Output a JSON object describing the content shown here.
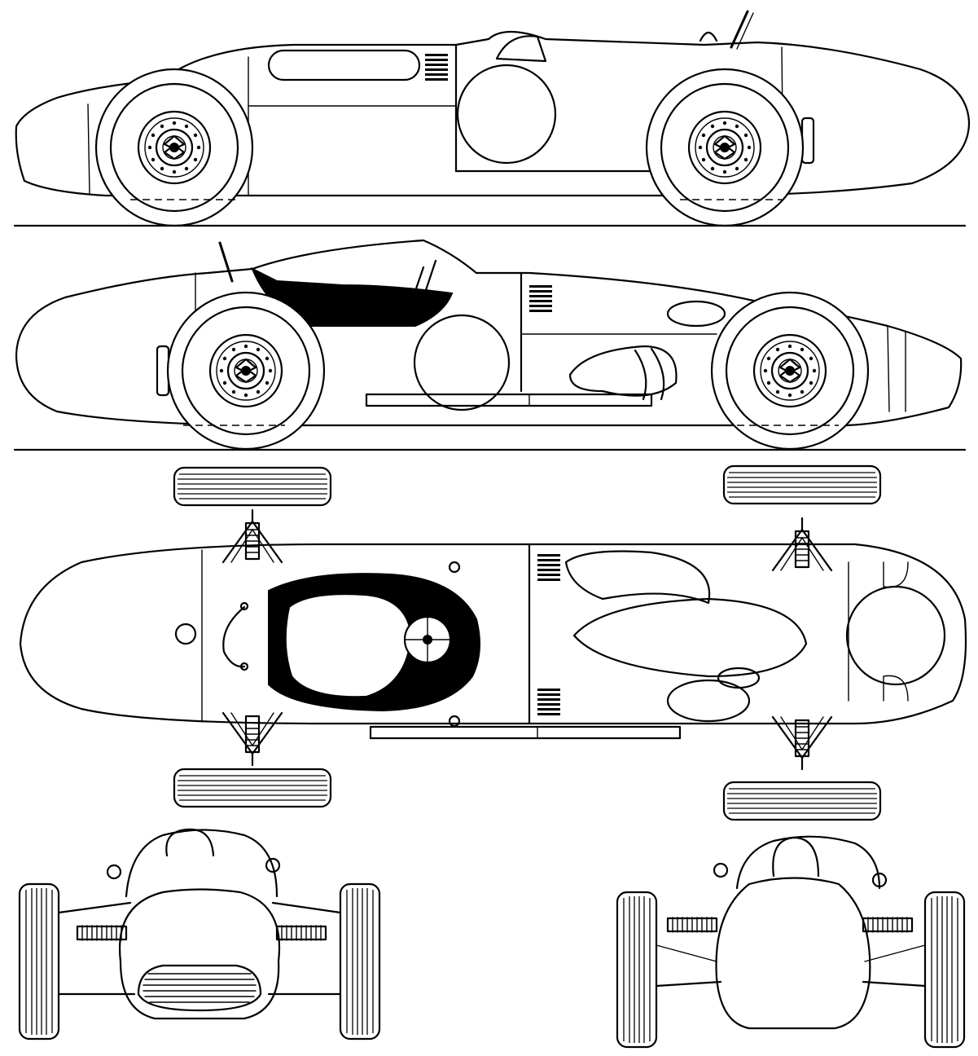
{
  "drawing": {
    "views": [
      {
        "id": "left-side"
      },
      {
        "id": "right-side"
      },
      {
        "id": "top"
      },
      {
        "id": "front"
      },
      {
        "id": "rear"
      }
    ],
    "colors": {
      "line": "#000000",
      "paper": "#ffffff"
    }
  }
}
